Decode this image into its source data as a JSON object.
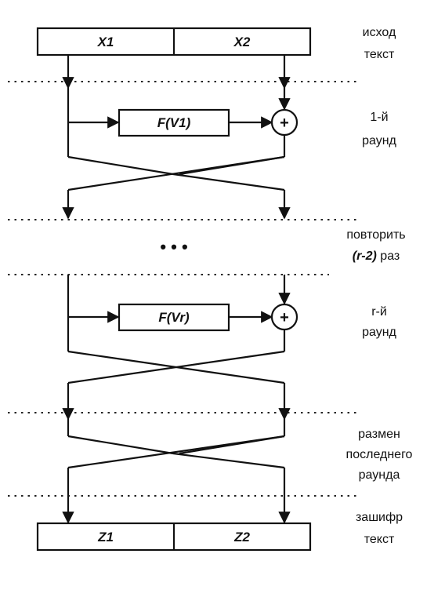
{
  "blocks": {
    "x1": "X1",
    "x2": "X2",
    "f1": "F(V1)",
    "fr": "F(Vr)",
    "z1": "Z1",
    "z2": "Z2",
    "xor_symbol": "+",
    "ellipsis": "• • •"
  },
  "labels": {
    "plaintext": [
      "исход",
      "текст"
    ],
    "round1": [
      "1-й",
      "раунд"
    ],
    "repeat": {
      "line1": "повторить",
      "var": "(r-2)",
      "times": " раз"
    },
    "roundr": [
      "r-й",
      "раунд"
    ],
    "swap": [
      "размен",
      "последнего",
      "раунда"
    ],
    "ciphertext": [
      "зашифр",
      "текст"
    ]
  }
}
